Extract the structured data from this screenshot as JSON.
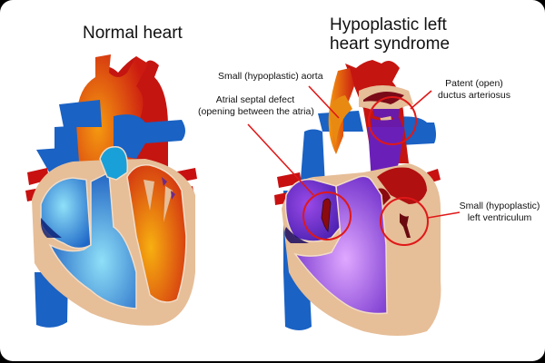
{
  "diagram": {
    "left_title": "Normal heart",
    "right_title_line1": "Hypoplastic left",
    "right_title_line2": "heart syndrome",
    "annotations": [
      {
        "id": "aorta",
        "line1": "Small (hypoplastic) aorta"
      },
      {
        "id": "asd",
        "line1": "Atrial septal defect",
        "line2": "(opening between the atria)"
      },
      {
        "id": "pda",
        "line1": "Patent (open)",
        "line2": "ductus arteriosus"
      },
      {
        "id": "lv",
        "line1": "Small (hypoplastic)",
        "line2": "left ventriculum"
      }
    ],
    "colors": {
      "background": "#000000",
      "panel": "#ffffff",
      "oxygenated": "#cc1111",
      "deoxygenated": "#1a5fc0",
      "mixed": "#7a2ad0",
      "tissue": "#e6be98",
      "callout": "#e01818"
    }
  }
}
